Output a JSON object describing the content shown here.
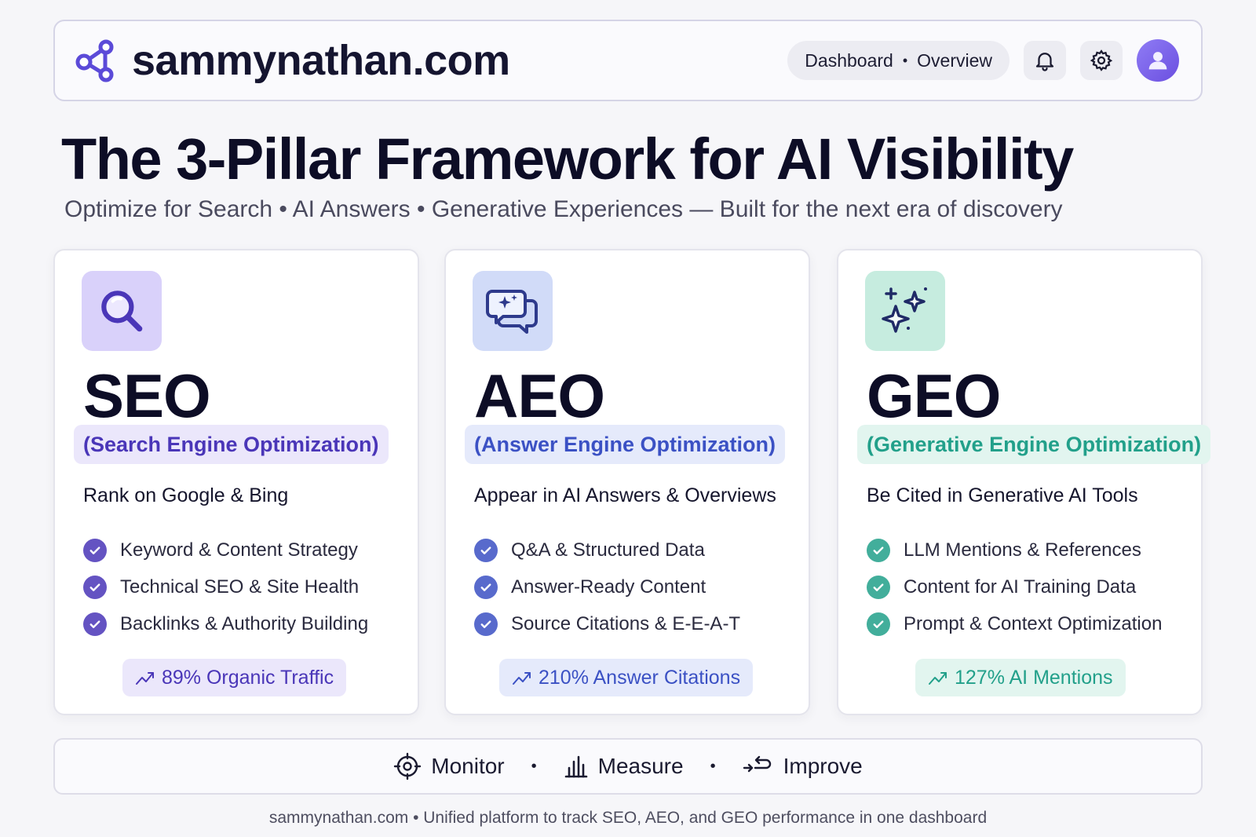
{
  "header": {
    "brand": "sammynathan.com",
    "nav_current": "Dashboard",
    "nav_separator": "•",
    "nav_section": "Overview",
    "icons": [
      "share-network-icon",
      "bell-icon",
      "gear-icon",
      "user-icon"
    ]
  },
  "hero": {
    "title": "The 3-Pillar Framework for AI Visibility",
    "subtitle": "Optimize for Search • AI Answers • Generative Experiences — Built for the next era of discovery"
  },
  "pillars": [
    {
      "name": "SEO",
      "full_name": "(Search Engine Optimization)",
      "tagline": "Rank on Google & Bing",
      "features": [
        "Keyword & Content Strategy",
        "Technical SEO & Site Health",
        "Backlinks & Authority Building"
      ],
      "metric": "89% Organic Traffic",
      "icon": "magnifier-icon",
      "accent": "#4a36b8",
      "tint": "#ebe7fb",
      "icon_bg": "#d9d1fa"
    },
    {
      "name": "AEO",
      "full_name": "(Answer Engine Optimization)",
      "tagline": "Appear in AI Answers & Overviews",
      "features": [
        "Q&A & Structured Data",
        "Answer-Ready Content",
        "Source Citations & E-E-A-T"
      ],
      "metric": "210% Answer Citations",
      "icon": "chat-bubbles-icon",
      "accent": "#3b51c4",
      "tint": "#e5eafb",
      "icon_bg": "#d1dbf8"
    },
    {
      "name": "GEO",
      "full_name": "(Generative Engine Optimization)",
      "tagline": "Be Cited in Generative AI Tools",
      "features": [
        "LLM Mentions & References",
        "Content for AI Training Data",
        "Prompt & Context Optimization"
      ],
      "metric": "127% AI Mentions",
      "icon": "sparkles-icon",
      "accent": "#22a08a",
      "tint": "#e2f5ef",
      "icon_bg": "#c6ecdf"
    }
  ],
  "cycle": {
    "separator": "•",
    "monitor": "Monitor",
    "measure": "Measure",
    "improve": "Improve"
  },
  "footer": {
    "text": "sammynathan.com • Unified platform to track SEO, AEO, and GEO performance in one dashboard"
  }
}
